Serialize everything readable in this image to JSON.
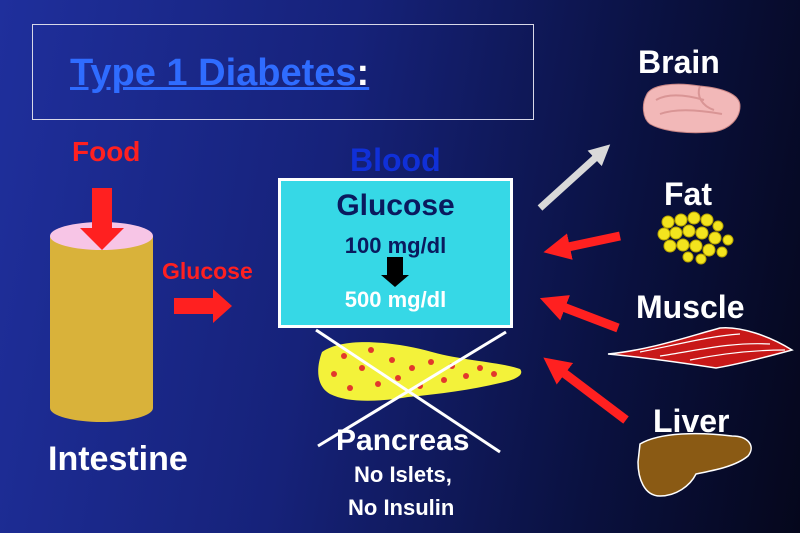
{
  "title": {
    "main": "Type 1 Diabetes",
    "colon": ":"
  },
  "intestine": {
    "food_label": "Food",
    "glucose_label": "Glucose",
    "label": "Intestine"
  },
  "blood": {
    "label": "Blood",
    "glucose_title": "Glucose",
    "level_before": "100 mg/dl",
    "level_after": "500 mg/dl"
  },
  "pancreas": {
    "label": "Pancreas",
    "note_1": "No Islets,",
    "note_2": "No Insulin"
  },
  "organs": {
    "brain": "Brain",
    "fat": "Fat",
    "muscle": "Muscle",
    "liver": "Liver"
  },
  "colors": {
    "title": "#2f6cff",
    "food_arrows": "#ff2020",
    "glucose_box": "#36d8e6",
    "outflow_arrow": "#d9d9d9",
    "intestine": "#d9b23a",
    "pancreas": "#f3f23a"
  }
}
